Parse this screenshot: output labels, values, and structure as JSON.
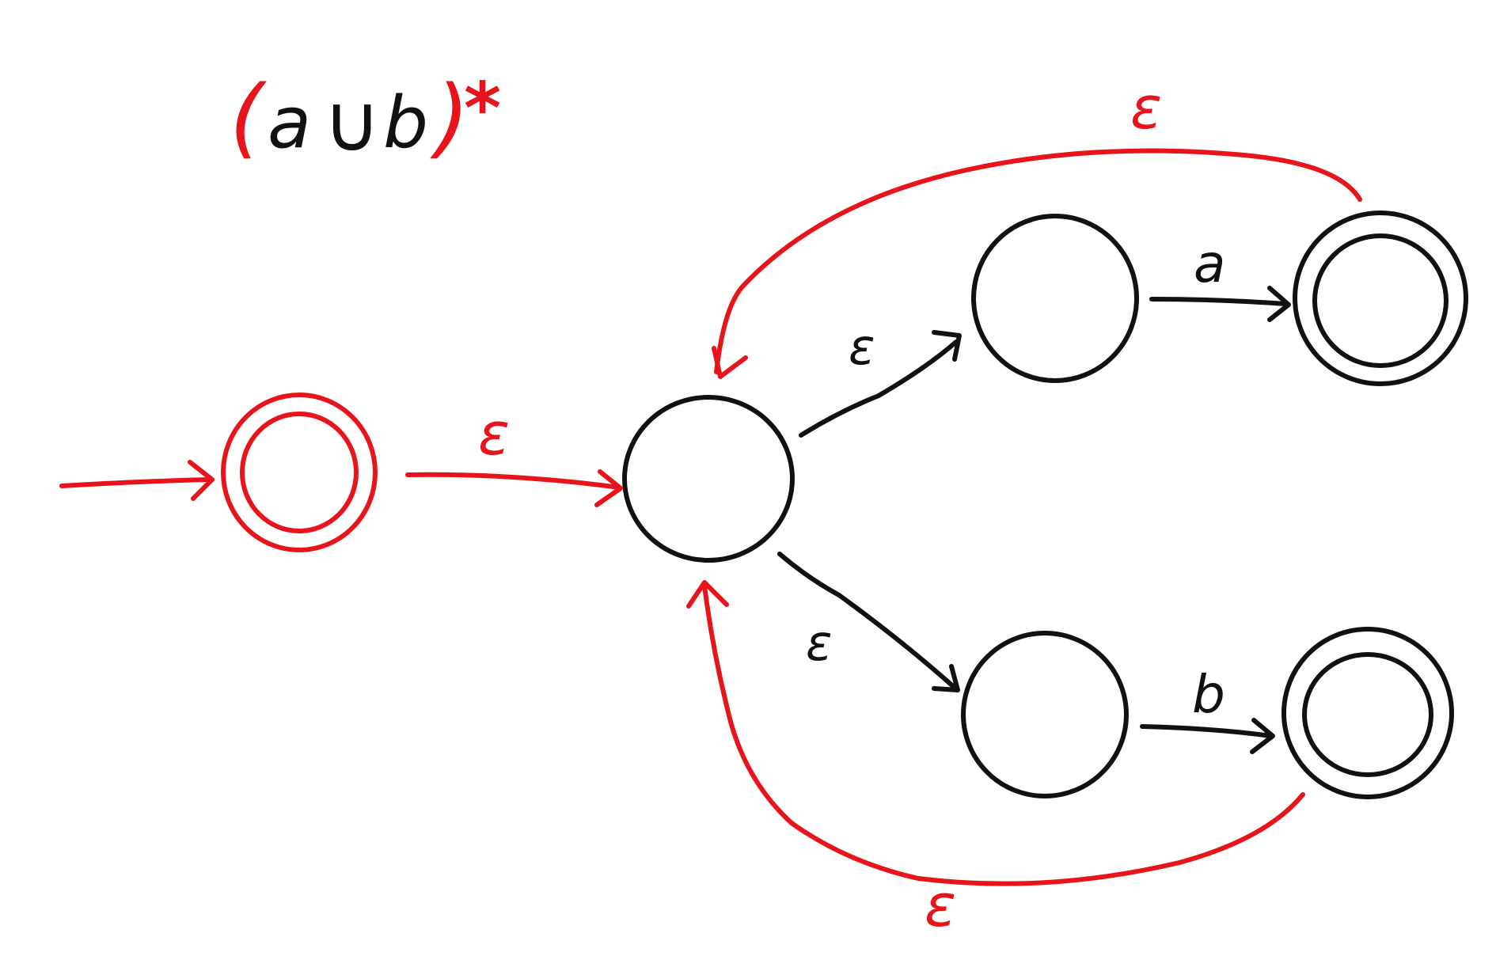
{
  "colors": {
    "black": "#111111",
    "red": "#e8141b"
  },
  "title": {
    "open_paren": "(",
    "a": "a",
    "union": "∪",
    "b": "b",
    "close_paren": ")",
    "star": "*"
  },
  "edges": {
    "start_to_hub": "ε",
    "hub_to_a_in": "ε",
    "hub_to_b_in": "ε",
    "a_in_to_a_out": "a",
    "b_in_to_b_out": "b",
    "a_out_to_hub": "ε",
    "b_out_to_hub": "ε"
  }
}
